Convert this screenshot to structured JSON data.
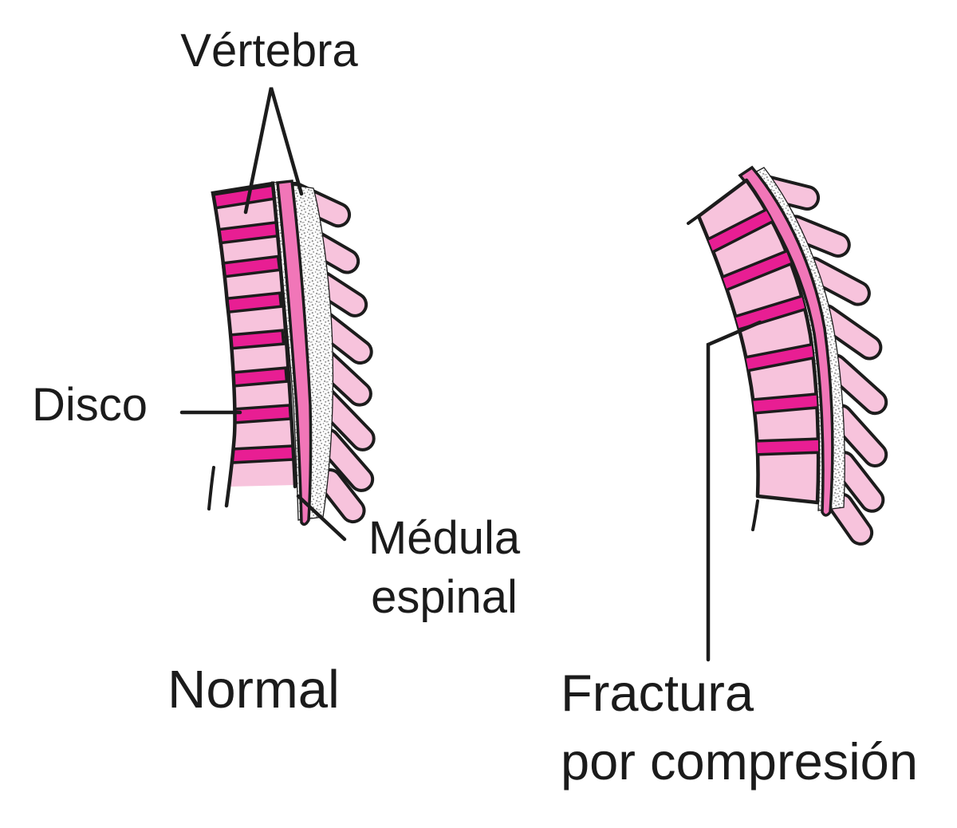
{
  "diagram": {
    "labels": {
      "vertebra": "Vértebra",
      "disco": "Disco",
      "medula_line1": "Médula",
      "medula_line2": "espinal",
      "normal": "Normal",
      "fractura_line1": "Fractura",
      "fractura_line2": "por compresión"
    },
    "colors": {
      "background": "#ffffff",
      "outline": "#1c1c1c",
      "text": "#1b1b1b",
      "vertebra_fill": "#f7c3dc",
      "disc_fill": "#e81e93",
      "cord_fill": "#f176b8",
      "stipple_dot": "#969696"
    }
  }
}
